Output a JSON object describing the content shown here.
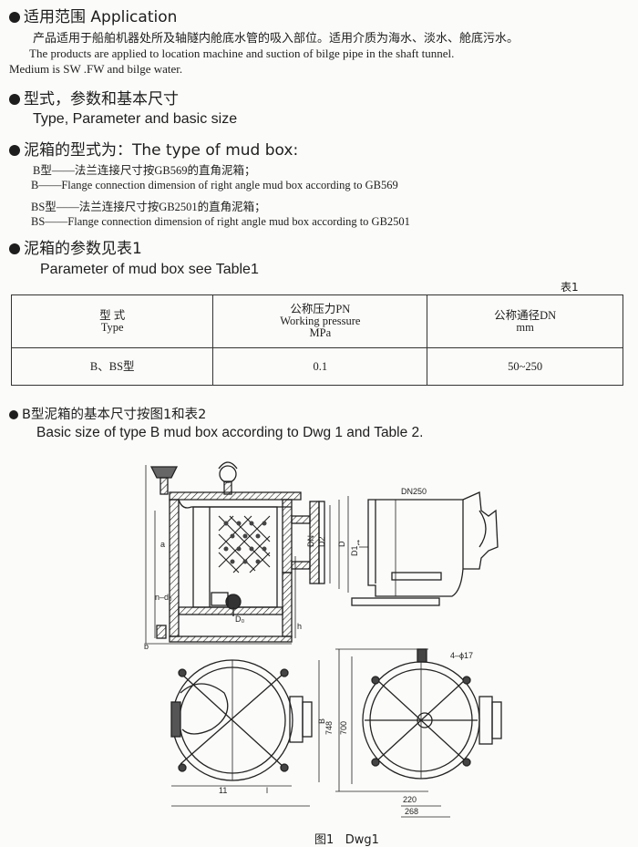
{
  "s1": {
    "heading": "适用范围 Application",
    "cn": "产品适用于船舶机器处所及轴隧内舱底水管的吸入部位。适用介质为海水、淡水、舱底污水。",
    "en1": "The products are applied to location machine and suction of bilge pipe in the shaft tunnel.",
    "en2": "Medium is SW .FW and bilge water."
  },
  "s2": {
    "heading": "型式，参数和基本尺寸",
    "sub": "Type, Parameter and basic size"
  },
  "s3": {
    "heading": "泥箱的型式为：The type of mud box:",
    "l1": "B型——法兰连接尺寸按GB569的直角泥箱；",
    "l2": "B——Flange connection dimension of right angle mud box according to GB569",
    "l3": "BS型——法兰连接尺寸按GB2501的直角泥箱；",
    "l4": "BS——Flange connection dimension of right angle mud box according to GB2501"
  },
  "s4": {
    "heading": "泥箱的参数见表1",
    "sub": "Parameter of mud box see Table1"
  },
  "table1": {
    "label": "表1",
    "headers": [
      {
        "cn": "型  式",
        "en": "Type",
        "unit": ""
      },
      {
        "cn": "公称压力PN",
        "en": "Working pressure",
        "unit": "MPa"
      },
      {
        "cn": "公称通径DN",
        "en": "mm",
        "unit": ""
      }
    ],
    "row": [
      "B、BS型",
      "0.1",
      "50~250"
    ]
  },
  "s5": {
    "heading": "B型泥箱的基本尺寸按图1和表2",
    "sub": "Basic size of type B mud box according to Dwg 1 and Table 2."
  },
  "drawing": {
    "labels": {
      "dn250": "DN250",
      "dn": "DN",
      "d2": "D2",
      "d": "D",
      "d1": "D1",
      "t": "t",
      "a": "a",
      "b": "B",
      "bot_b": "b",
      "h": "h",
      "n_d0": "n–d₀",
      "d0": "D₀",
      "holes": "4–ϕ17",
      "h748": "748",
      "h700": "700",
      "w220": "220",
      "w268": "268",
      "l11": "11",
      "l": "l"
    },
    "caption_cn": "图1",
    "caption_en": "Dwg1"
  }
}
